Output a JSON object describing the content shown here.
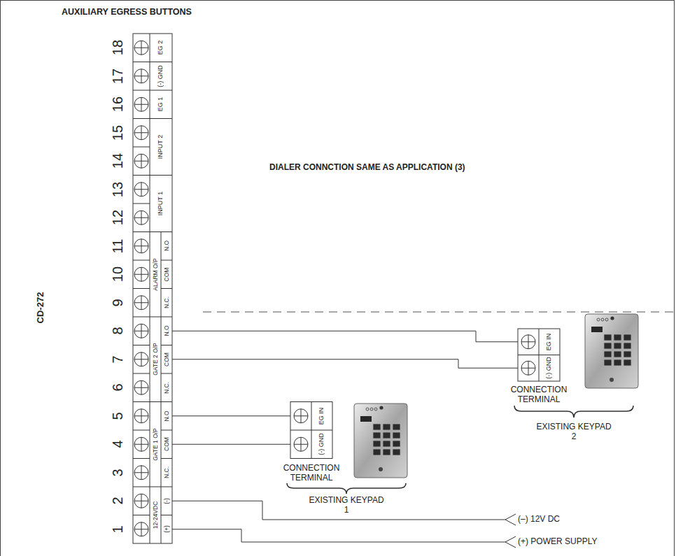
{
  "diagram": {
    "title": "AUXILIARY EGRESS BUTTONS",
    "nodes": [
      {
        "text": [
          "N.O"
        ]
      },
      {
        "text": [
          "COM"
        ]
      },
      {
        "text": [
          "EG IN"
        ]
      },
      {
        "text": [
          "(-) GND"
        ]
      },
      {
        "text": [
          "N.O"
        ]
      },
      {
        "text": [
          "COM"
        ]
      },
      {
        "text": [
          "EG IN"
        ]
      },
      {
        "text": [
          "(-) GND"
        ]
      }
    ],
    "edges": [
      {
        "from": 0,
        "to": 2,
        "arrow": "none"
      },
      {
        "from": 1,
        "to": 3,
        "arrow": "none"
      },
      {
        "from": 4,
        "to": 6,
        "arrow": "none"
      },
      {
        "from": 5,
        "to": 7,
        "arrow": "none"
      }
    ],
    "labels": [
      "CD-272",
      "18",
      "17",
      "16",
      "15",
      "14",
      "13",
      "12",
      "11",
      "10",
      "9",
      "8",
      "7",
      "6",
      "5",
      "4",
      "3",
      "2",
      "1",
      "EG 2",
      "(-) GND",
      "EG 1",
      "INPUT 2",
      "INPUT 1",
      "N.O",
      "COM",
      "ALARM O/P",
      "N.C.",
      "GATE 2 O/P",
      "N.C.",
      "GATE 1 O/P",
      "N.C.",
      "(-)",
      "12-24VDC",
      "(+)",
      "DIALER CONNCTION SAME AS APPLICATION (3)",
      "CONNECTION TERMINAL",
      "EXISTING KEYPAD 2",
      "CONNECTION TERMINAL",
      "EXISTING KEYPAD 1",
      "(–) 12V DC",
      "(+) POWER SUPPLY"
    ]
  }
}
